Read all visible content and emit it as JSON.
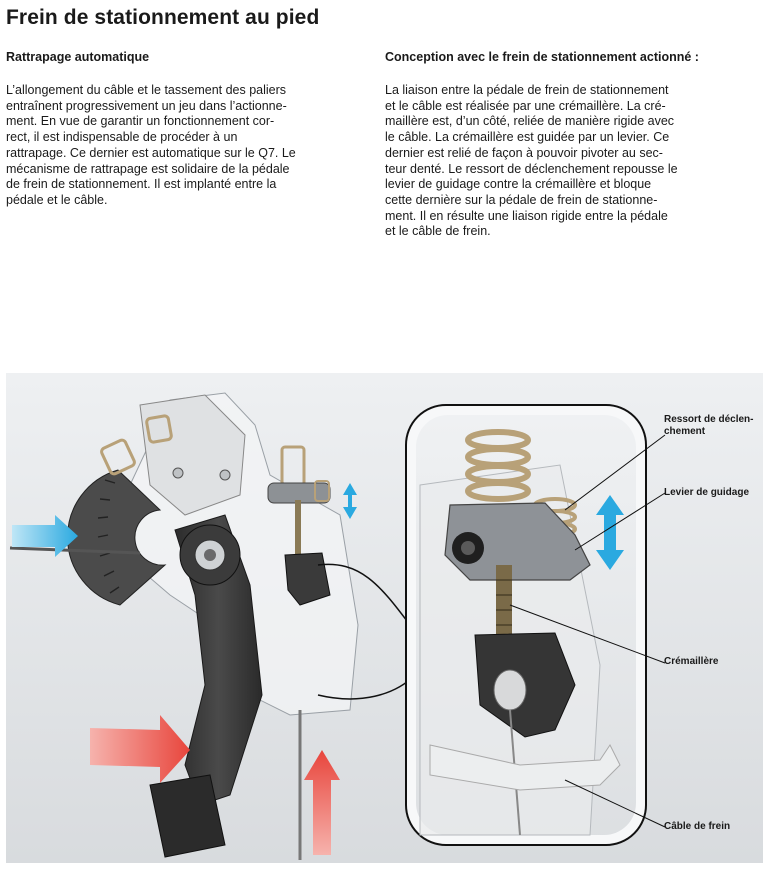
{
  "page": {
    "title": "Frein de stationnement au pied"
  },
  "left_column": {
    "heading": "Rattrapage automatique",
    "body": "L’allongement du câble et le tassement des paliers\nentraînent progressivement un jeu dans l’actionne-\nment. En vue de garantir un fonctionnement cor-\nrect, il est indispensable de procéder à un\nrattrapage. Ce dernier est automatique sur le Q7. Le\nmécanisme de rattrapage est solidaire de la pédale\nde frein de stationnement. Il est implanté entre la\npédale et le câble."
  },
  "right_column": {
    "heading": "Conception avec le frein de stationnement actionné :",
    "body": "La liaison entre la pédale de frein de stationnement\net le câble est réalisée par une crémaillère. La cré-\nmaillère est, d’un côté, reliée de manière rigide avec\nle câble. La crémaillère est guidée par un levier. Ce\ndernier est relié de façon à pouvoir pivoter au sec-\nteur denté. Le ressort de déclenchement repousse le\nlevier de guidage contre la crémaillère et bloque\ncette dernière sur la pédale de frein de stationne-\nment. Il en résulte une liaison rigide entre la pédale\net le câble de frein."
  },
  "figure": {
    "labels": {
      "spring": "Ressort de déclen-\nchement",
      "lever": "Levier de guidage",
      "rack": "Crémaillère",
      "cable": "Câble de frein"
    },
    "colors": {
      "force_arrow_red": "#e8453c",
      "motion_arrow_blue": "#2aa9e0",
      "metal_dark": "#3a3a3a",
      "metal_light": "#d9dadb",
      "spring_gold": "#b8a178"
    }
  }
}
